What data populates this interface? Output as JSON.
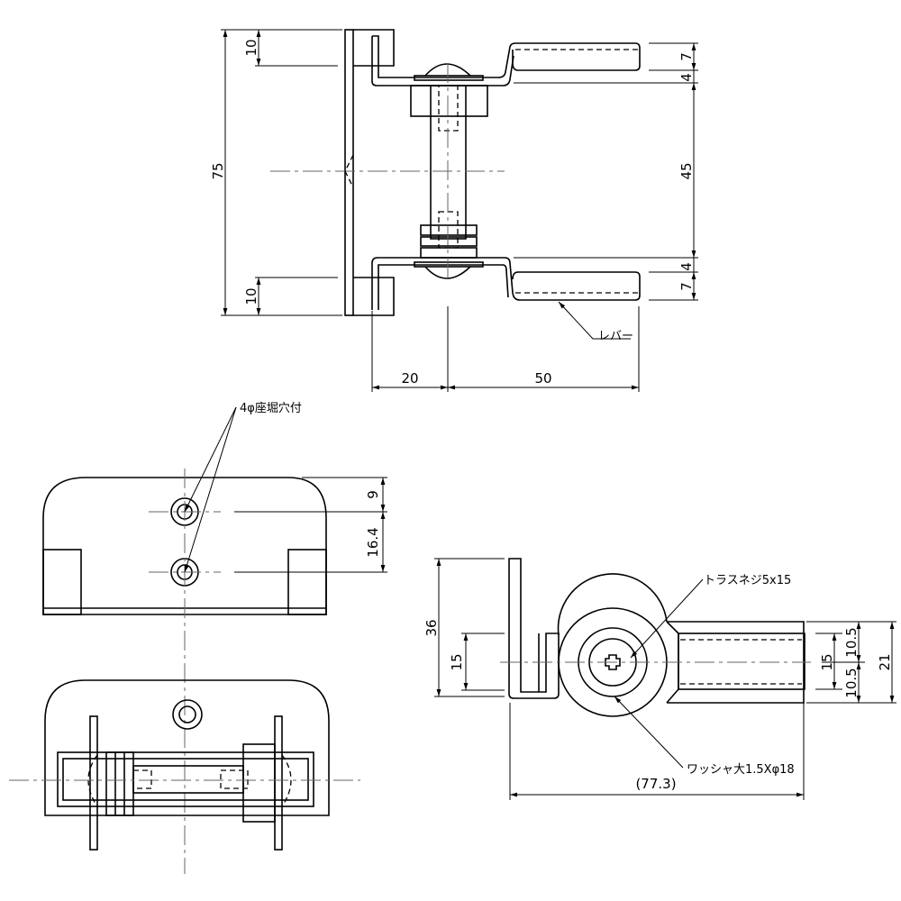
{
  "top_view": {
    "dim_total_height": "75",
    "dim_tab_top": "10",
    "dim_tab_bottom": "10",
    "dim_lever_top": "7",
    "dim_gap_top": "4",
    "dim_span": "45",
    "dim_gap_bottom": "4",
    "dim_lever_bottom": "7",
    "dim_offset": "20",
    "dim_lever_length": "50",
    "lever_label": "レバー"
  },
  "plate_view": {
    "hole_label": "4φ座堀穴付",
    "dim_hole_top": "9",
    "dim_hole_pitch": "16.4"
  },
  "side_view": {
    "dim_height": "36",
    "dim_inner": "15",
    "screw_label": "トラスネジ5x15",
    "washer_label": "ワッシャ大1.5Xφ18",
    "dim_lever_inner": "15",
    "dim_half_top": "10.5",
    "dim_half_bottom": "10.5",
    "dim_lever_width": "21",
    "dim_overall": "(77.3)"
  }
}
